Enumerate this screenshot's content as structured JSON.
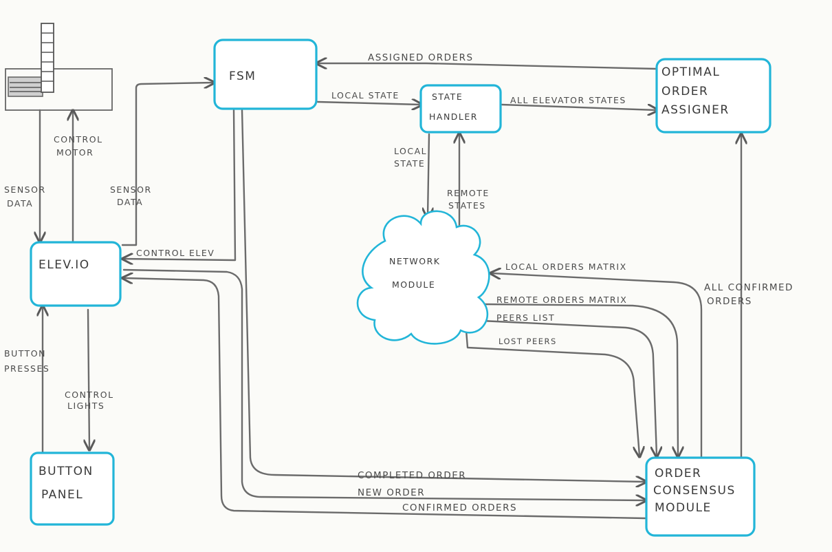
{
  "nodes": {
    "fsm": {
      "lines": [
        "FSM"
      ]
    },
    "state_handler": {
      "lines": [
        "STATE",
        "HANDLER"
      ]
    },
    "optimal_order_assigner": {
      "lines": [
        "OPTIMAL",
        "ORDER",
        "ASSIGNER"
      ]
    },
    "network_module": {
      "lines": [
        "NETWORK",
        "MODULE"
      ]
    },
    "elev_io": {
      "lines": [
        "ELEV.IO"
      ]
    },
    "button_panel": {
      "lines": [
        "BUTTON",
        "PANEL"
      ]
    },
    "order_consensus_module": {
      "lines": [
        "ORDER",
        "CONSENSUS",
        "MODULE"
      ]
    }
  },
  "edges": {
    "assigned_orders": {
      "lines": [
        "ASSIGNED ORDERS"
      ]
    },
    "local_state_fsm": {
      "lines": [
        "LOCAL STATE"
      ]
    },
    "all_elevator_states": {
      "lines": [
        "ALL ELEVATOR STATES"
      ]
    },
    "local_state_net": {
      "lines": [
        "LOCAL",
        "STATE"
      ]
    },
    "remote_states": {
      "lines": [
        "REMOTE",
        "STATES"
      ]
    },
    "control_motor": {
      "lines": [
        "CONTROL",
        "MOTOR"
      ]
    },
    "sensor_data_left": {
      "lines": [
        "SENSOR",
        "DATA"
      ]
    },
    "sensor_data_right": {
      "lines": [
        "SENSOR",
        "DATA"
      ]
    },
    "control_elev": {
      "lines": [
        "CONTROL ELEV"
      ]
    },
    "local_orders_matrix": {
      "lines": [
        "LOCAL ORDERS MATRIX"
      ]
    },
    "remote_orders_matrix": {
      "lines": [
        "REMOTE ORDERS MATRIX"
      ]
    },
    "peers_list": {
      "lines": [
        "PEERS LIST"
      ]
    },
    "lost_peers": {
      "lines": [
        "LOST PEERS"
      ]
    },
    "all_confirmed_orders": {
      "lines": [
        "ALL CONFIRMED",
        "ORDERS"
      ]
    },
    "button_presses": {
      "lines": [
        "BUTTON",
        "PRESSES"
      ]
    },
    "control_lights": {
      "lines": [
        "CONTROL",
        "LIGHTS"
      ]
    },
    "completed_order": {
      "lines": [
        "COMPLETED ORDER"
      ]
    },
    "new_order": {
      "lines": [
        "NEW ORDER"
      ]
    },
    "confirmed_orders": {
      "lines": [
        "CONFIRMED ORDERS"
      ]
    }
  }
}
